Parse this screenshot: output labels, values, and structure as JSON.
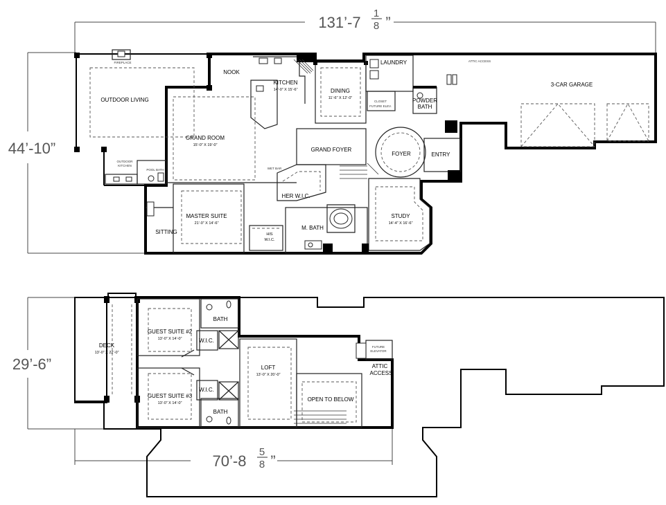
{
  "dimensions": {
    "top_width": {
      "whole": "131’-7",
      "num": "1",
      "den": "8",
      "unit": "”"
    },
    "first_depth": {
      "text": "44’-10”"
    },
    "second_depth": {
      "text": "29’-6”"
    },
    "second_width": {
      "whole": "70’-8",
      "num": "5",
      "den": "8",
      "unit": "”"
    }
  },
  "first_floor": {
    "fireplace": "FIREPLACE",
    "outdoor_living": "OUTDOOR LIVING",
    "outdoor_kitchen": [
      "OUTDOOR",
      "KITCHEN"
    ],
    "pool_bath": "POOL BATH",
    "nook": "NOOK",
    "kitchen": {
      "name": "KITCHEN",
      "size": "14’-0” X 15’-6”"
    },
    "grand_room": {
      "name": "GRAND ROOM",
      "size": "15’-0” X 19’-0”"
    },
    "dining": {
      "name": "DINING",
      "size": "11’-6” X 12’-0”"
    },
    "laundry": "LAUNDRY",
    "closet": [
      "CLOSET",
      "FUTURE ELEV."
    ],
    "powder_bath": [
      "POWDER",
      "BATH"
    ],
    "garage": "3-CAR GARAGE",
    "attic_access_small": "ATTIC ACCESS",
    "grand_foyer": "GRAND FOYER",
    "foyer": "FOYER",
    "entry": "ENTRY",
    "wet_bar": "WET BAR",
    "her_wic": "HER W.I.C.",
    "master_suite": {
      "name": "MASTER SUITE",
      "size": "21’-0” X 14’-6”"
    },
    "sitting": "SITTING",
    "his_wic": [
      "HIS",
      "W.I.C."
    ],
    "m_bath": "M. BATH",
    "study": {
      "name": "STUDY",
      "size": "14’-4” X 16’-6”"
    }
  },
  "second_floor": {
    "deck": {
      "name": "DECK",
      "size": "13’-0” X 22’-0”"
    },
    "guest_suite_2": {
      "name": "GUEST SUITE #2",
      "size": "13’-0” X 14’-0”"
    },
    "guest_suite_3": {
      "name": "GUEST SUITE #3",
      "size": "13’-0” X 14’-0”"
    },
    "bath_top": "BATH",
    "bath_bottom": "BATH",
    "wic_top": "W.I.C.",
    "wic_bottom": "W.I.C.",
    "loft": {
      "name": "LOFT",
      "size": "13’-0” X 20’-0”"
    },
    "open_to_below": "OPEN TO BELOW",
    "future_elevator": [
      "FUTURE",
      "ELEVATOR"
    ],
    "attic_access": [
      "ATTIC",
      "ACCESS"
    ]
  }
}
